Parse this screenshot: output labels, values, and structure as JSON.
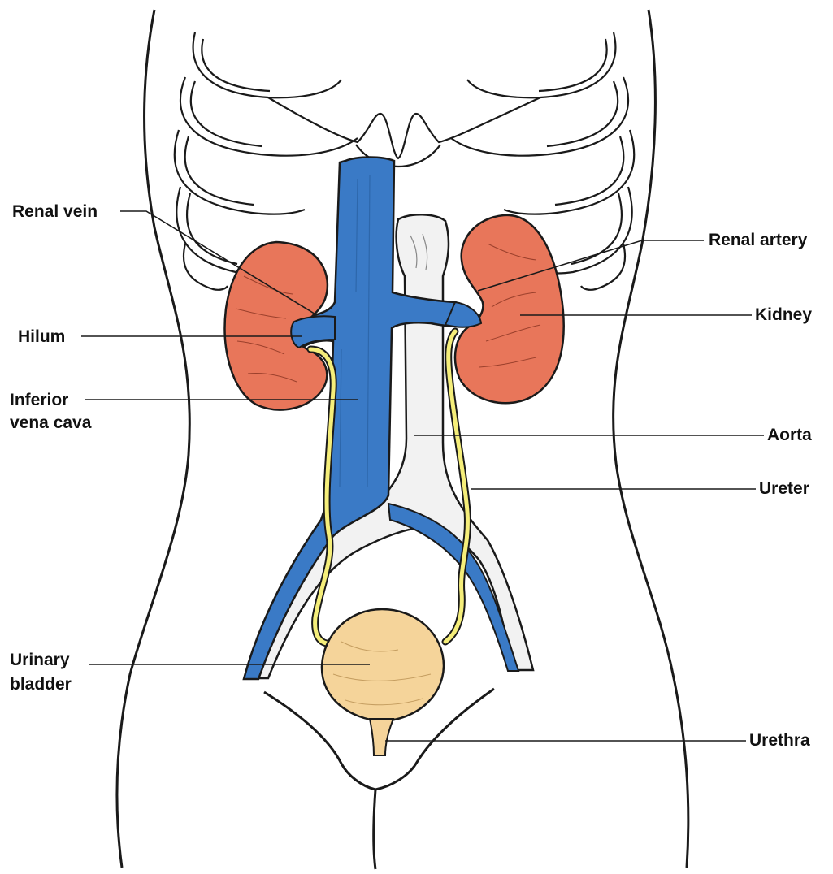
{
  "colors": {
    "vein": "#3a7ac6",
    "kidney": "#e8765a",
    "ureter": "#f5ee7a",
    "bladder": "#f5d49a",
    "aorta": "#f2f2f2",
    "outline": "#1a1a1a",
    "leader": "#1a1a1a"
  },
  "labels": {
    "renal_vein": "Renal vein",
    "hilum": "Hilum",
    "inferior_vena_cava_1": "Inferior",
    "inferior_vena_cava_2": "vena cava",
    "urinary_bladder_1": "Urinary",
    "urinary_bladder_2": "bladder",
    "renal_artery": "Renal artery",
    "kidney": "Kidney",
    "aorta": "Aorta",
    "ureter": "Ureter",
    "urethra": "Urethra"
  }
}
